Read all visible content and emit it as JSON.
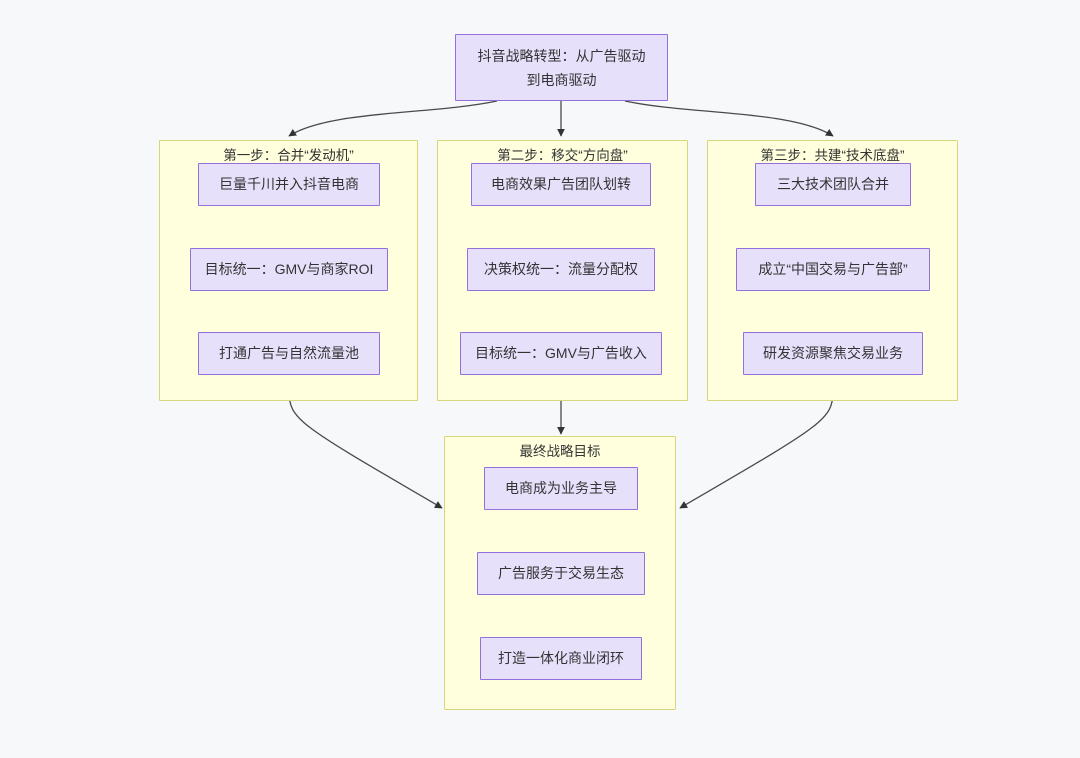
{
  "diagram": {
    "type": "flowchart",
    "background_color": "#f7f8fa",
    "node_fill": "#e7e0fb",
    "node_stroke": "#9370db",
    "cluster_fill": "#ffffde",
    "cluster_stroke": "#d6d67a",
    "edge_color": "#4a4a4a",
    "root": {
      "label": "抖音战略转型：从广告驱动到电商驱动",
      "line1": "抖音战略转型：从广告驱动",
      "line2": "到电商驱动"
    },
    "clusters": [
      {
        "id": "step1",
        "title": "第一步：合并“发动机”",
        "nodes": [
          {
            "id": "s1n1",
            "label": "巨量千川并入抖音电商"
          },
          {
            "id": "s1n2",
            "label": "目标统一：GMV与商家ROI"
          },
          {
            "id": "s1n3",
            "label": "打通广告与自然流量池"
          }
        ]
      },
      {
        "id": "step2",
        "title": "第二步：移交“方向盘”",
        "nodes": [
          {
            "id": "s2n1",
            "label": "电商效果广告团队划转"
          },
          {
            "id": "s2n2",
            "label": "决策权统一：流量分配权"
          },
          {
            "id": "s2n3",
            "label": "目标统一：GMV与广告收入"
          }
        ]
      },
      {
        "id": "step3",
        "title": "第三步：共建“技术底盘”",
        "nodes": [
          {
            "id": "s3n1",
            "label": "三大技术团队合并"
          },
          {
            "id": "s3n2",
            "label": "成立“中国交易与广告部”"
          },
          {
            "id": "s3n3",
            "label": "研发资源聚焦交易业务"
          }
        ]
      },
      {
        "id": "goal",
        "title": "最终战略目标",
        "nodes": [
          {
            "id": "gn1",
            "label": "电商成为业务主导"
          },
          {
            "id": "gn2",
            "label": "广告服务于交易生态"
          },
          {
            "id": "gn3",
            "label": "打造一体化商业闭环"
          }
        ]
      }
    ],
    "edges": [
      {
        "from": "root",
        "to": "step1"
      },
      {
        "from": "root",
        "to": "step2"
      },
      {
        "from": "root",
        "to": "step3"
      },
      {
        "from": "s1n1",
        "to": "s1n2"
      },
      {
        "from": "s1n2",
        "to": "s1n3"
      },
      {
        "from": "s2n1",
        "to": "s2n2"
      },
      {
        "from": "s2n2",
        "to": "s2n3"
      },
      {
        "from": "s3n1",
        "to": "s3n2"
      },
      {
        "from": "s3n2",
        "to": "s3n3"
      },
      {
        "from": "step1",
        "to": "goal"
      },
      {
        "from": "step2",
        "to": "goal"
      },
      {
        "from": "step3",
        "to": "goal"
      }
    ]
  }
}
